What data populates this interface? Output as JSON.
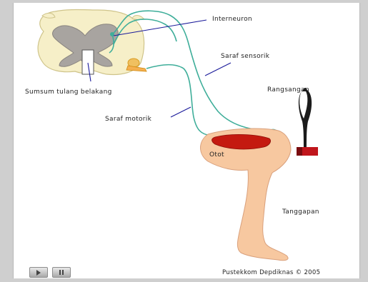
{
  "labels": {
    "interneuron": "Interneuron",
    "saraf_sensorik": "Saraf sensorik",
    "rangsangan": "Rangsangan",
    "sumsum": "Sumsum tulang belakang",
    "saraf_motorik": "Saraf motorik",
    "otot": "Otot",
    "tanggapan": "Tanggapan"
  },
  "credit": "Pustekkom Depdiknas © 2005",
  "controls": {
    "play_icon": "play-icon",
    "pause_icon": "pause-icon"
  },
  "colors": {
    "nerve": "#3fae9a",
    "spinal_outer": "#f6efc8",
    "grey_matter": "#a8a4a0",
    "muscle": "#c41a10",
    "skin": "#f7c8a0",
    "hammer": "#1b1b1b",
    "pointer": "#1a1a9a"
  }
}
